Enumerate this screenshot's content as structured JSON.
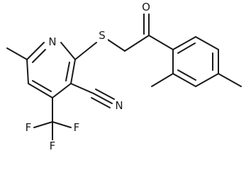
{
  "atoms": {
    "pyridine_n": "N",
    "thioether_s": "S",
    "carbonyl_o": "O",
    "nitrile_n": "N",
    "cf3_f_left": "F",
    "cf3_f_right": "F",
    "cf3_f_bottom": "F"
  }
}
